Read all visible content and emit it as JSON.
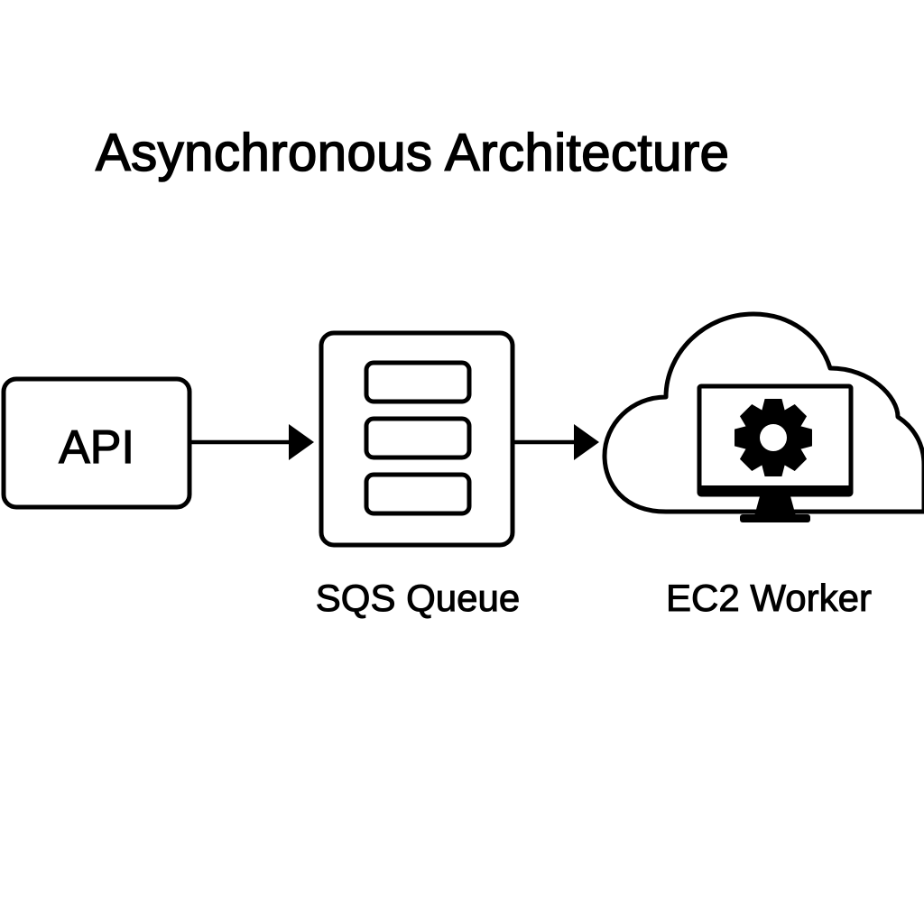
{
  "title": "Asynchronous Architecture",
  "nodes": {
    "api": {
      "label": "API"
    },
    "queue": {
      "label": "SQS Queue",
      "icon": "queue-icon"
    },
    "worker": {
      "label": "EC2 Worker",
      "icon": "cloud-monitor-gear-icon"
    }
  },
  "edges": [
    {
      "from": "api",
      "to": "queue"
    },
    {
      "from": "queue",
      "to": "worker"
    }
  ],
  "colors": {
    "stroke": "#000000",
    "background": "#ffffff"
  }
}
